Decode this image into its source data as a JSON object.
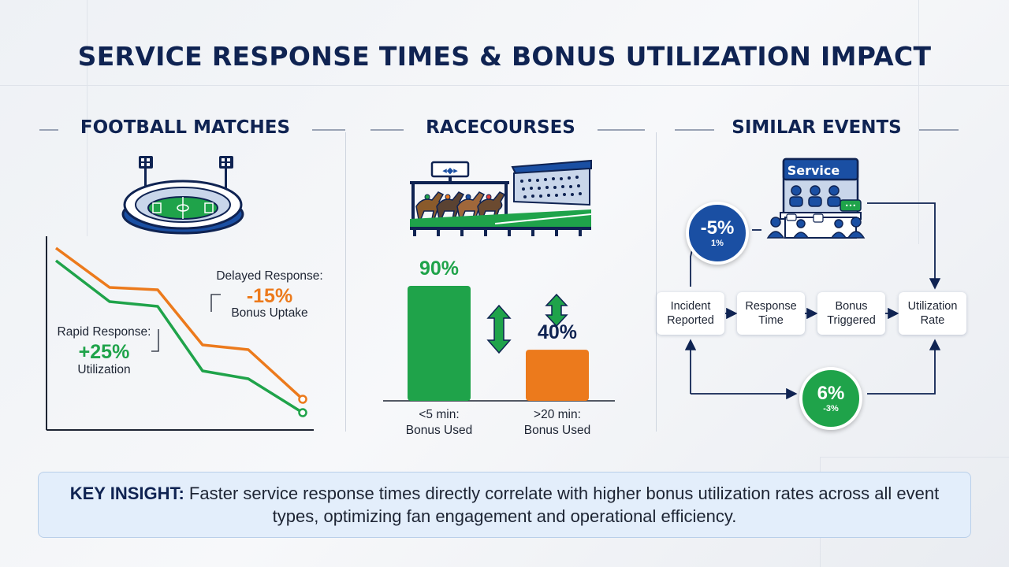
{
  "title": "SERVICE RESPONSE TIMES & BONUS UTILIZATION IMPACT",
  "colors": {
    "navy": "#0f2352",
    "green": "#1fa34a",
    "orange": "#ec7a1c",
    "blue": "#1a4fa3"
  },
  "football": {
    "title": "FOOTBALL MATCHES",
    "icon": "stadium-icon",
    "rapid_label": "Rapid Response:",
    "rapid_value": "+25%",
    "rapid_metric": "Utilization",
    "delayed_label": "Delayed Response:",
    "delayed_value": "-15%",
    "delayed_metric": "Bonus Uptake"
  },
  "racecourses": {
    "title": "RACECOURSES",
    "icon": "racecourse-icon",
    "scoreboard": "◂◆▸",
    "bars": [
      {
        "value": "90%",
        "label_line1": "<5 min:",
        "label_line2": "Bonus Used",
        "color": "#1fa34a"
      },
      {
        "value": "40%",
        "label_line1": ">20 min:",
        "label_line2": "Bonus Used",
        "color": "#ec7a1c"
      }
    ]
  },
  "similar": {
    "title": "SIMILAR EVENTS",
    "icon": "service-desk-icon",
    "service_label": "Service",
    "nodes": [
      {
        "line1": "Incident",
        "line2": "Reported"
      },
      {
        "line1": "Response",
        "line2": "Time"
      },
      {
        "line1": "Bonus",
        "line2": "Triggered"
      },
      {
        "line1": "Utilization",
        "line2": "Rate"
      }
    ],
    "circle_top": {
      "big": "-5%",
      "small": "1%"
    },
    "circle_bottom": {
      "big": "6%",
      "small": "-3%"
    }
  },
  "insight": {
    "label": "KEY INSIGHT:",
    "text": " Faster service response times directly correlate with higher bonus utilization rates across all event types, optimizing fan engagement and operational efficiency."
  }
}
